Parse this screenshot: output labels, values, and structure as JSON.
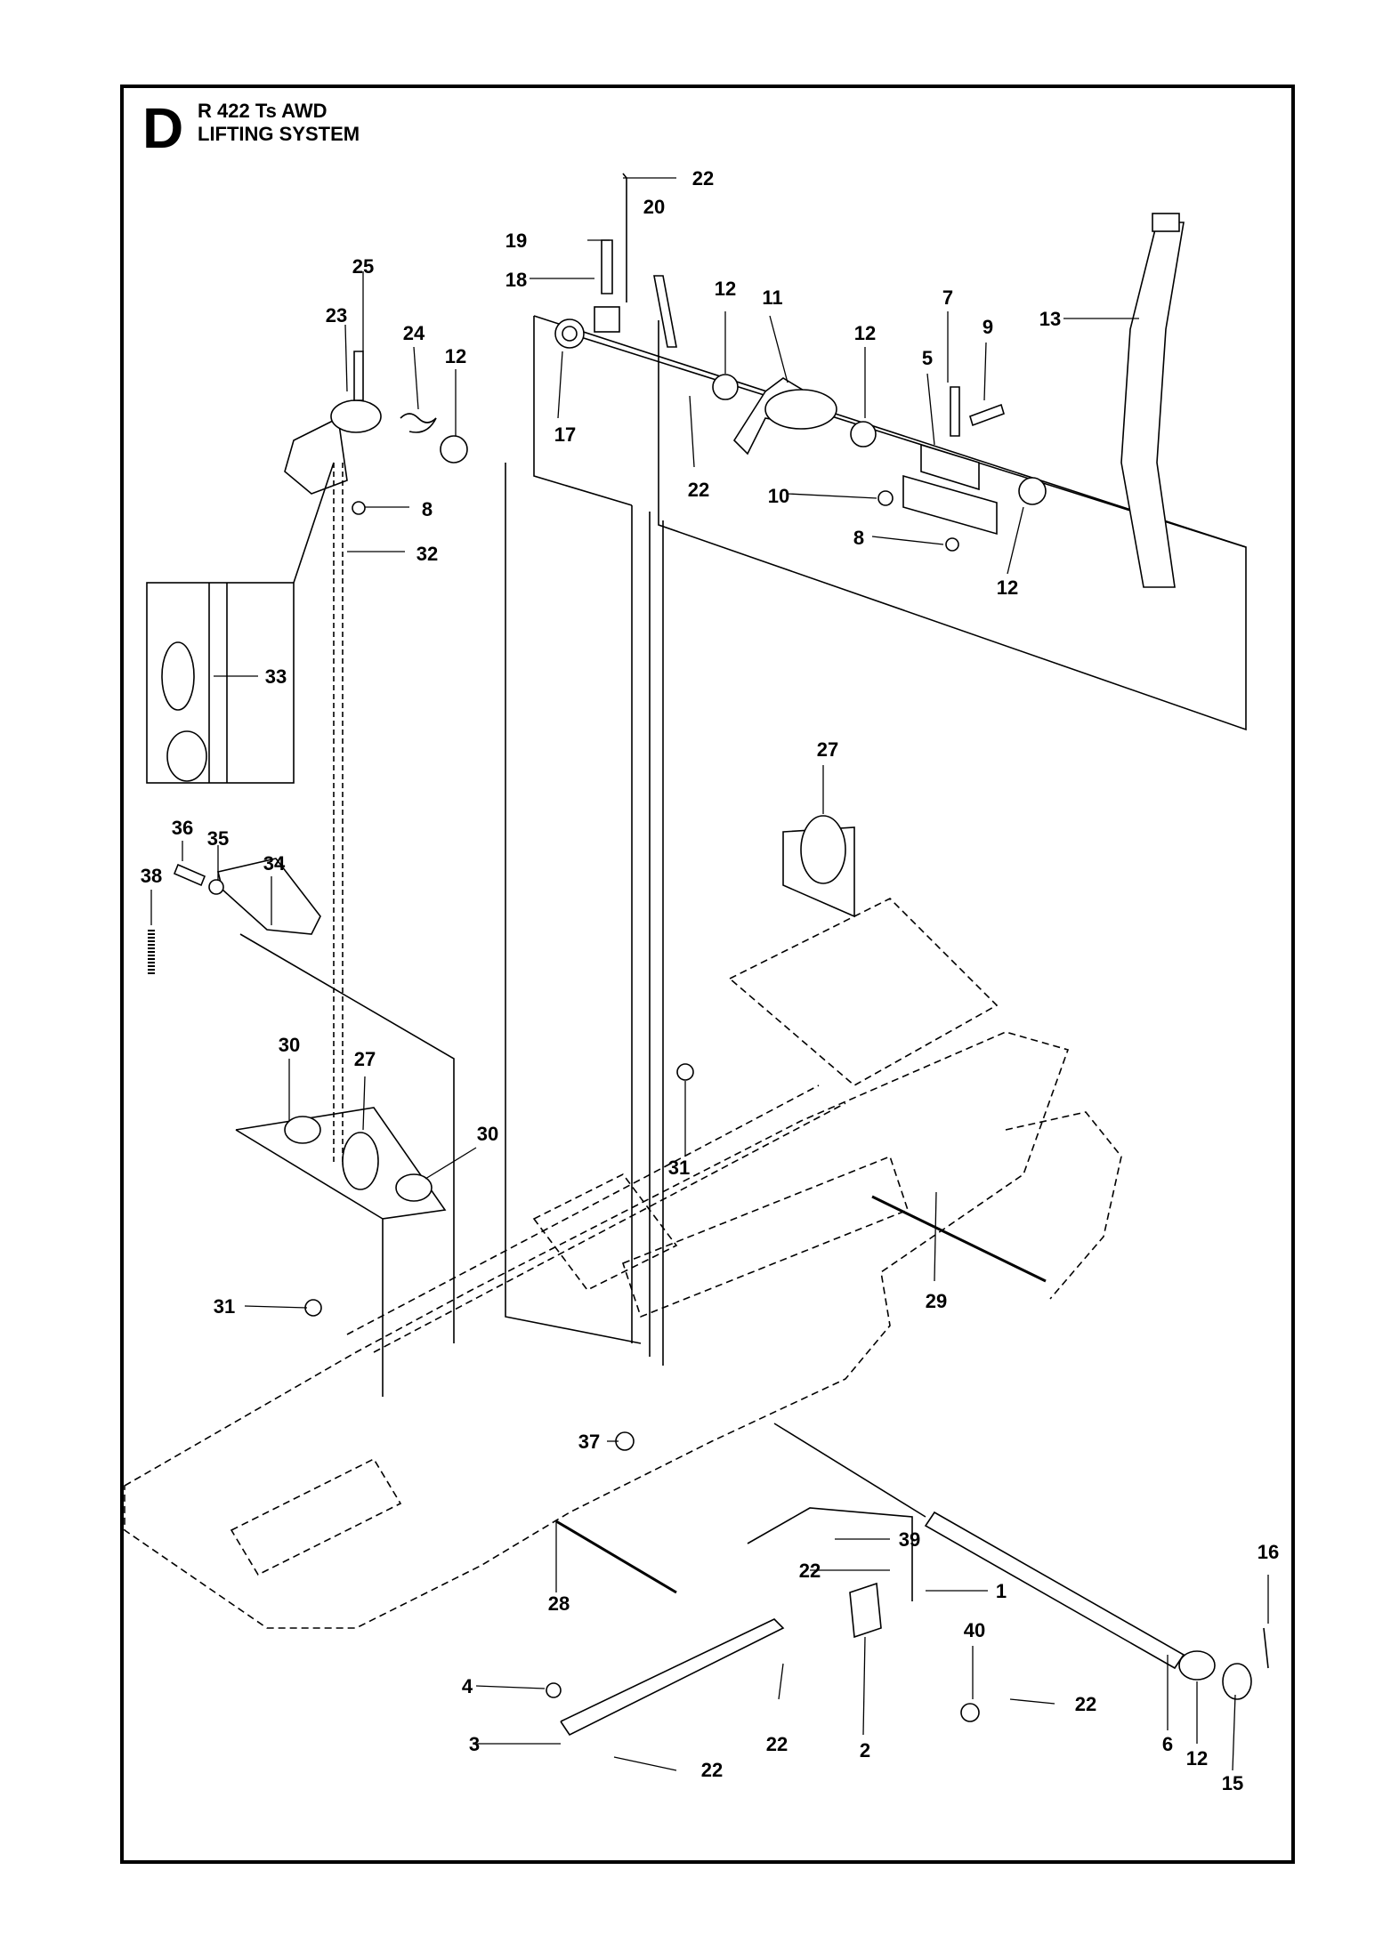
{
  "header": {
    "section": "D",
    "model": "R 422 Ts AWD",
    "title": "LIFTING SYSTEM"
  },
  "callouts": [
    {
      "id": "c22a",
      "text": "22"
    },
    {
      "id": "c20",
      "text": "20"
    },
    {
      "id": "c19",
      "text": "19"
    },
    {
      "id": "c18",
      "text": "18"
    },
    {
      "id": "c25",
      "text": "25"
    },
    {
      "id": "c23",
      "text": "23"
    },
    {
      "id": "c24",
      "text": "24"
    },
    {
      "id": "c12a",
      "text": "12"
    },
    {
      "id": "c12b",
      "text": "12"
    },
    {
      "id": "c11",
      "text": "11"
    },
    {
      "id": "c12c",
      "text": "12"
    },
    {
      "id": "c7",
      "text": "7"
    },
    {
      "id": "c9",
      "text": "9"
    },
    {
      "id": "c13",
      "text": "13"
    },
    {
      "id": "c5",
      "text": "5"
    },
    {
      "id": "c17",
      "text": "17"
    },
    {
      "id": "c22b",
      "text": "22"
    },
    {
      "id": "c8a",
      "text": "8"
    },
    {
      "id": "c10",
      "text": "10"
    },
    {
      "id": "c8b",
      "text": "8"
    },
    {
      "id": "c12d",
      "text": "12"
    },
    {
      "id": "c32",
      "text": "32"
    },
    {
      "id": "c33",
      "text": "33"
    },
    {
      "id": "c27a",
      "text": "27"
    },
    {
      "id": "c36",
      "text": "36"
    },
    {
      "id": "c35",
      "text": "35"
    },
    {
      "id": "c34",
      "text": "34"
    },
    {
      "id": "c38",
      "text": "38"
    },
    {
      "id": "c30a",
      "text": "30"
    },
    {
      "id": "c27b",
      "text": "27"
    },
    {
      "id": "c30b",
      "text": "30"
    },
    {
      "id": "c31a",
      "text": "31"
    },
    {
      "id": "c29",
      "text": "29"
    },
    {
      "id": "c31b",
      "text": "31"
    },
    {
      "id": "c37",
      "text": "37"
    },
    {
      "id": "c39",
      "text": "39"
    },
    {
      "id": "c16",
      "text": "16"
    },
    {
      "id": "c22c",
      "text": "22"
    },
    {
      "id": "c1",
      "text": "1"
    },
    {
      "id": "c28",
      "text": "28"
    },
    {
      "id": "c40",
      "text": "40"
    },
    {
      "id": "c4",
      "text": "4"
    },
    {
      "id": "c22d",
      "text": "22"
    },
    {
      "id": "c3",
      "text": "3"
    },
    {
      "id": "c22e",
      "text": "22"
    },
    {
      "id": "c22f",
      "text": "22"
    },
    {
      "id": "c2",
      "text": "2"
    },
    {
      "id": "c6",
      "text": "6"
    },
    {
      "id": "c12e",
      "text": "12"
    },
    {
      "id": "c15",
      "text": "15"
    }
  ]
}
